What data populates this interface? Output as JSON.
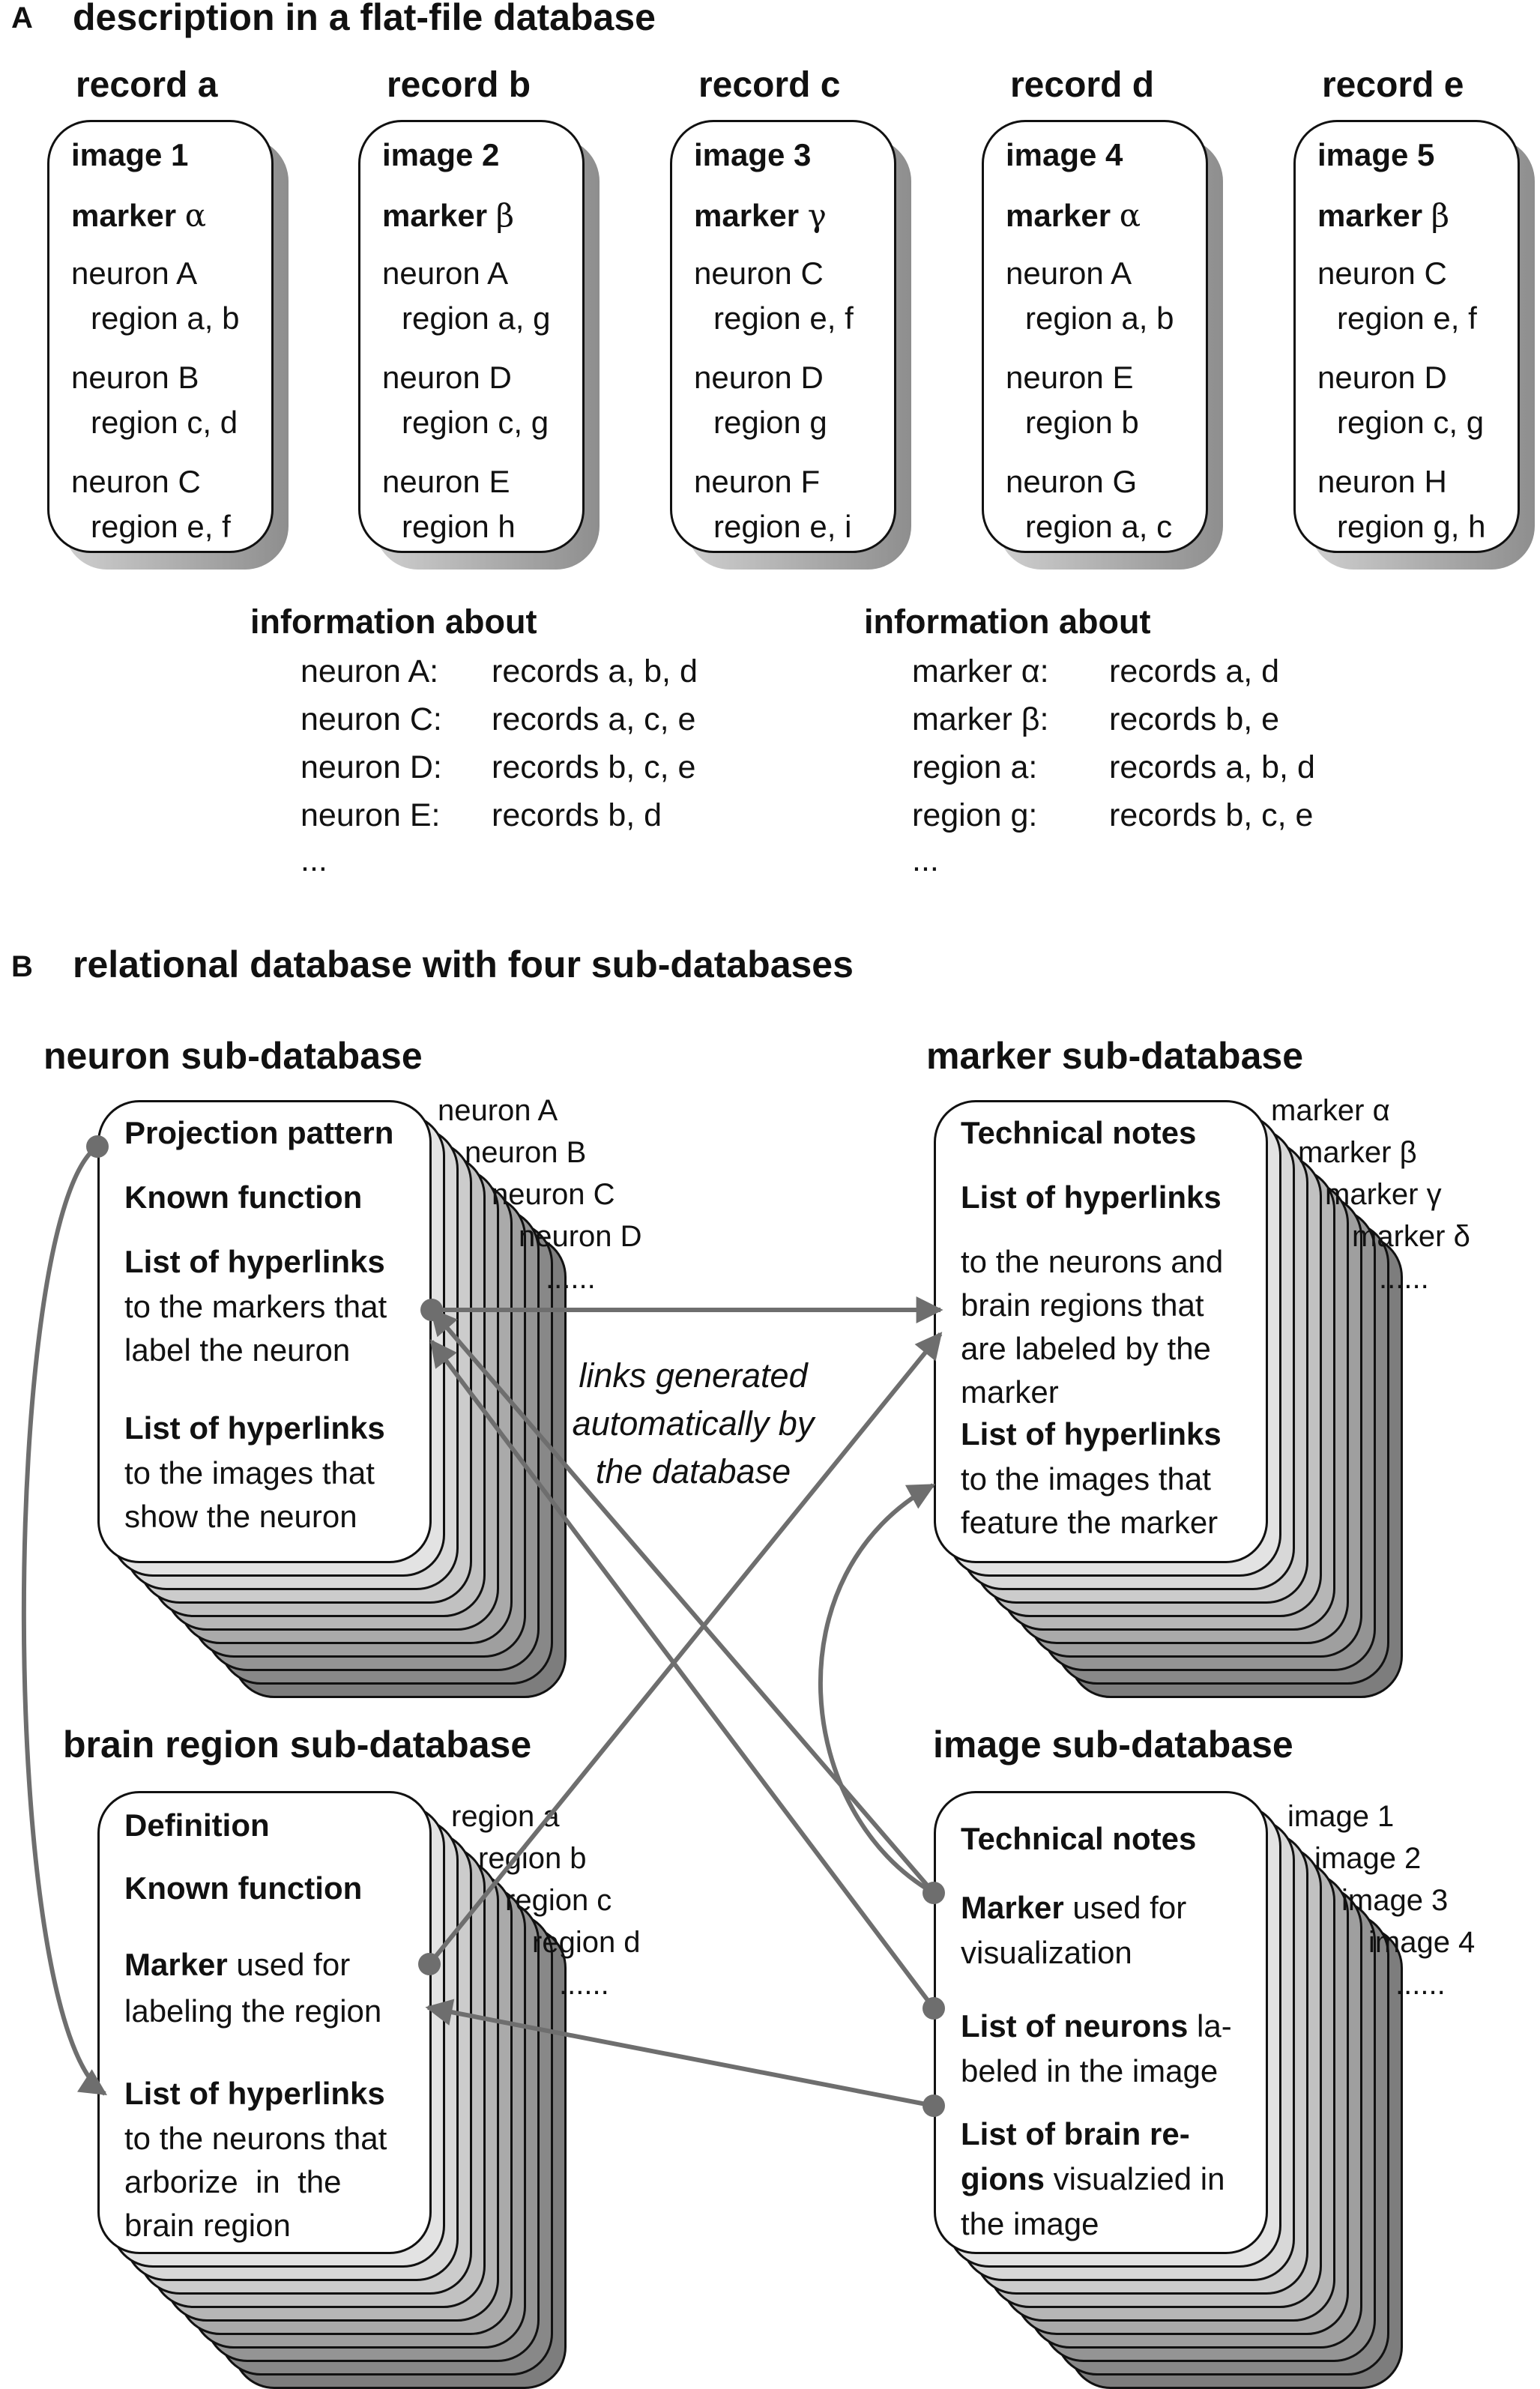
{
  "panel_a": {
    "letter": "A",
    "title": "description in a flat-file database",
    "records": [
      {
        "title": "record a",
        "image": "image 1",
        "marker_word": "marker",
        "marker_symbol": "α",
        "entries": [
          [
            "neuron A",
            "region a, b"
          ],
          [
            "neuron B",
            "region c, d"
          ],
          [
            "neuron C",
            "region e, f"
          ]
        ]
      },
      {
        "title": "record b",
        "image": "image 2",
        "marker_word": "marker",
        "marker_symbol": "β",
        "entries": [
          [
            "neuron A",
            "region a, g"
          ],
          [
            "neuron D",
            "region c, g"
          ],
          [
            "neuron E",
            "region h"
          ]
        ]
      },
      {
        "title": "record c",
        "image": "image 3",
        "marker_word": "marker",
        "marker_symbol": "γ",
        "entries": [
          [
            "neuron C",
            "region e, f"
          ],
          [
            "neuron D",
            "region g"
          ],
          [
            "neuron F",
            "region e, i"
          ]
        ]
      },
      {
        "title": "record d",
        "image": "image 4",
        "marker_word": "marker",
        "marker_symbol": "α",
        "entries": [
          [
            "neuron A",
            "region a, b"
          ],
          [
            "neuron E",
            "region b"
          ],
          [
            "neuron G",
            "region a, c"
          ]
        ]
      },
      {
        "title": "record e",
        "image": "image 5",
        "marker_word": "marker",
        "marker_symbol": "β",
        "entries": [
          [
            "neuron C",
            "region e, f"
          ],
          [
            "neuron D",
            "region c, g"
          ],
          [
            "neuron H",
            "region g, h"
          ]
        ]
      }
    ],
    "info_left": {
      "heading": "information about",
      "rows": [
        [
          "neuron A:",
          "records a, b, d"
        ],
        [
          "neuron C:",
          "records a, c, e"
        ],
        [
          "neuron D:",
          "records b, c, e"
        ],
        [
          "neuron E:",
          "records b, d"
        ]
      ],
      "ellipsis": "..."
    },
    "info_right": {
      "heading": "information about",
      "rows": [
        [
          "marker α:",
          "records a, d"
        ],
        [
          "marker β:",
          "records b, e"
        ],
        [
          "region a:",
          "records a, b, d"
        ],
        [
          "region g:",
          "records b, c, e"
        ]
      ],
      "ellipsis": "..."
    }
  },
  "panel_b": {
    "letter": "B",
    "title": "relational database with four sub-databases",
    "note_lines": [
      "links generated",
      "automatically by",
      "the database"
    ],
    "neuron_db": {
      "title": "neuron sub-database",
      "lines": [
        {
          "bold": "Projection pattern",
          "normal": ""
        },
        {
          "bold": "Known function",
          "normal": ""
        },
        {
          "bold": "List of hyperlinks",
          "normal": ""
        },
        {
          "bold": "",
          "normal": "to the markers that"
        },
        {
          "bold": "",
          "normal": "label the neuron"
        },
        {
          "bold": "List of hyperlinks",
          "normal": ""
        },
        {
          "bold": "",
          "normal": "to the images that"
        },
        {
          "bold": "",
          "normal": "show the neuron"
        }
      ],
      "list": [
        "neuron A",
        "neuron B",
        "neuron C",
        "neuron D",
        "......"
      ]
    },
    "marker_db": {
      "title": "marker sub-database",
      "lines": [
        {
          "bold": "Technical notes",
          "normal": ""
        },
        {
          "bold": "List of hyperlinks",
          "normal": ""
        },
        {
          "bold": "",
          "normal": "to the neurons and"
        },
        {
          "bold": "",
          "normal": "brain regions that"
        },
        {
          "bold": "",
          "normal": "are labeled by the"
        },
        {
          "bold": "",
          "normal": "marker"
        },
        {
          "bold": "List of hyperlinks",
          "normal": ""
        },
        {
          "bold": "",
          "normal": "to the images that"
        },
        {
          "bold": "",
          "normal": "feature the marker"
        }
      ],
      "list": [
        "marker α",
        "marker β",
        "marker γ",
        "marker δ",
        "......"
      ]
    },
    "region_db": {
      "title": "brain region sub-database",
      "lines": [
        {
          "bold": "Definition",
          "normal": ""
        },
        {
          "bold": "Known function",
          "normal": ""
        },
        {
          "bold": "Marker",
          "normal": " used for"
        },
        {
          "bold": "",
          "normal": "labeling the region"
        },
        {
          "bold": "List of hyperlinks",
          "normal": ""
        },
        {
          "bold": "",
          "normal": "to the neurons that"
        },
        {
          "bold": "",
          "normal": "arborize  in  the"
        },
        {
          "bold": "",
          "normal": "brain region"
        }
      ],
      "list": [
        "region a",
        "region b",
        "region c",
        "region d",
        "......"
      ]
    },
    "image_db": {
      "title": "image sub-database",
      "lines": [
        {
          "bold": "Technical notes",
          "normal": ""
        },
        {
          "bold": "Marker",
          "normal": " used for"
        },
        {
          "bold": "",
          "normal": "visualization"
        },
        {
          "bold": "List of neurons",
          "normal": " la-"
        },
        {
          "bold": "",
          "normal": "beled in the image"
        },
        {
          "bold": "List  of  brain  re-",
          "normal": ""
        },
        {
          "bold": "gions",
          "normal": " visualzied in"
        },
        {
          "bold": "",
          "normal": "the image"
        }
      ],
      "list": [
        "image 1",
        "image 2",
        "image 3",
        "image 4",
        "......"
      ]
    },
    "colors": {
      "arrow": "#6e6e6e",
      "card_dark": "#7d7d7d",
      "card_light": "#e3e3e3"
    }
  }
}
